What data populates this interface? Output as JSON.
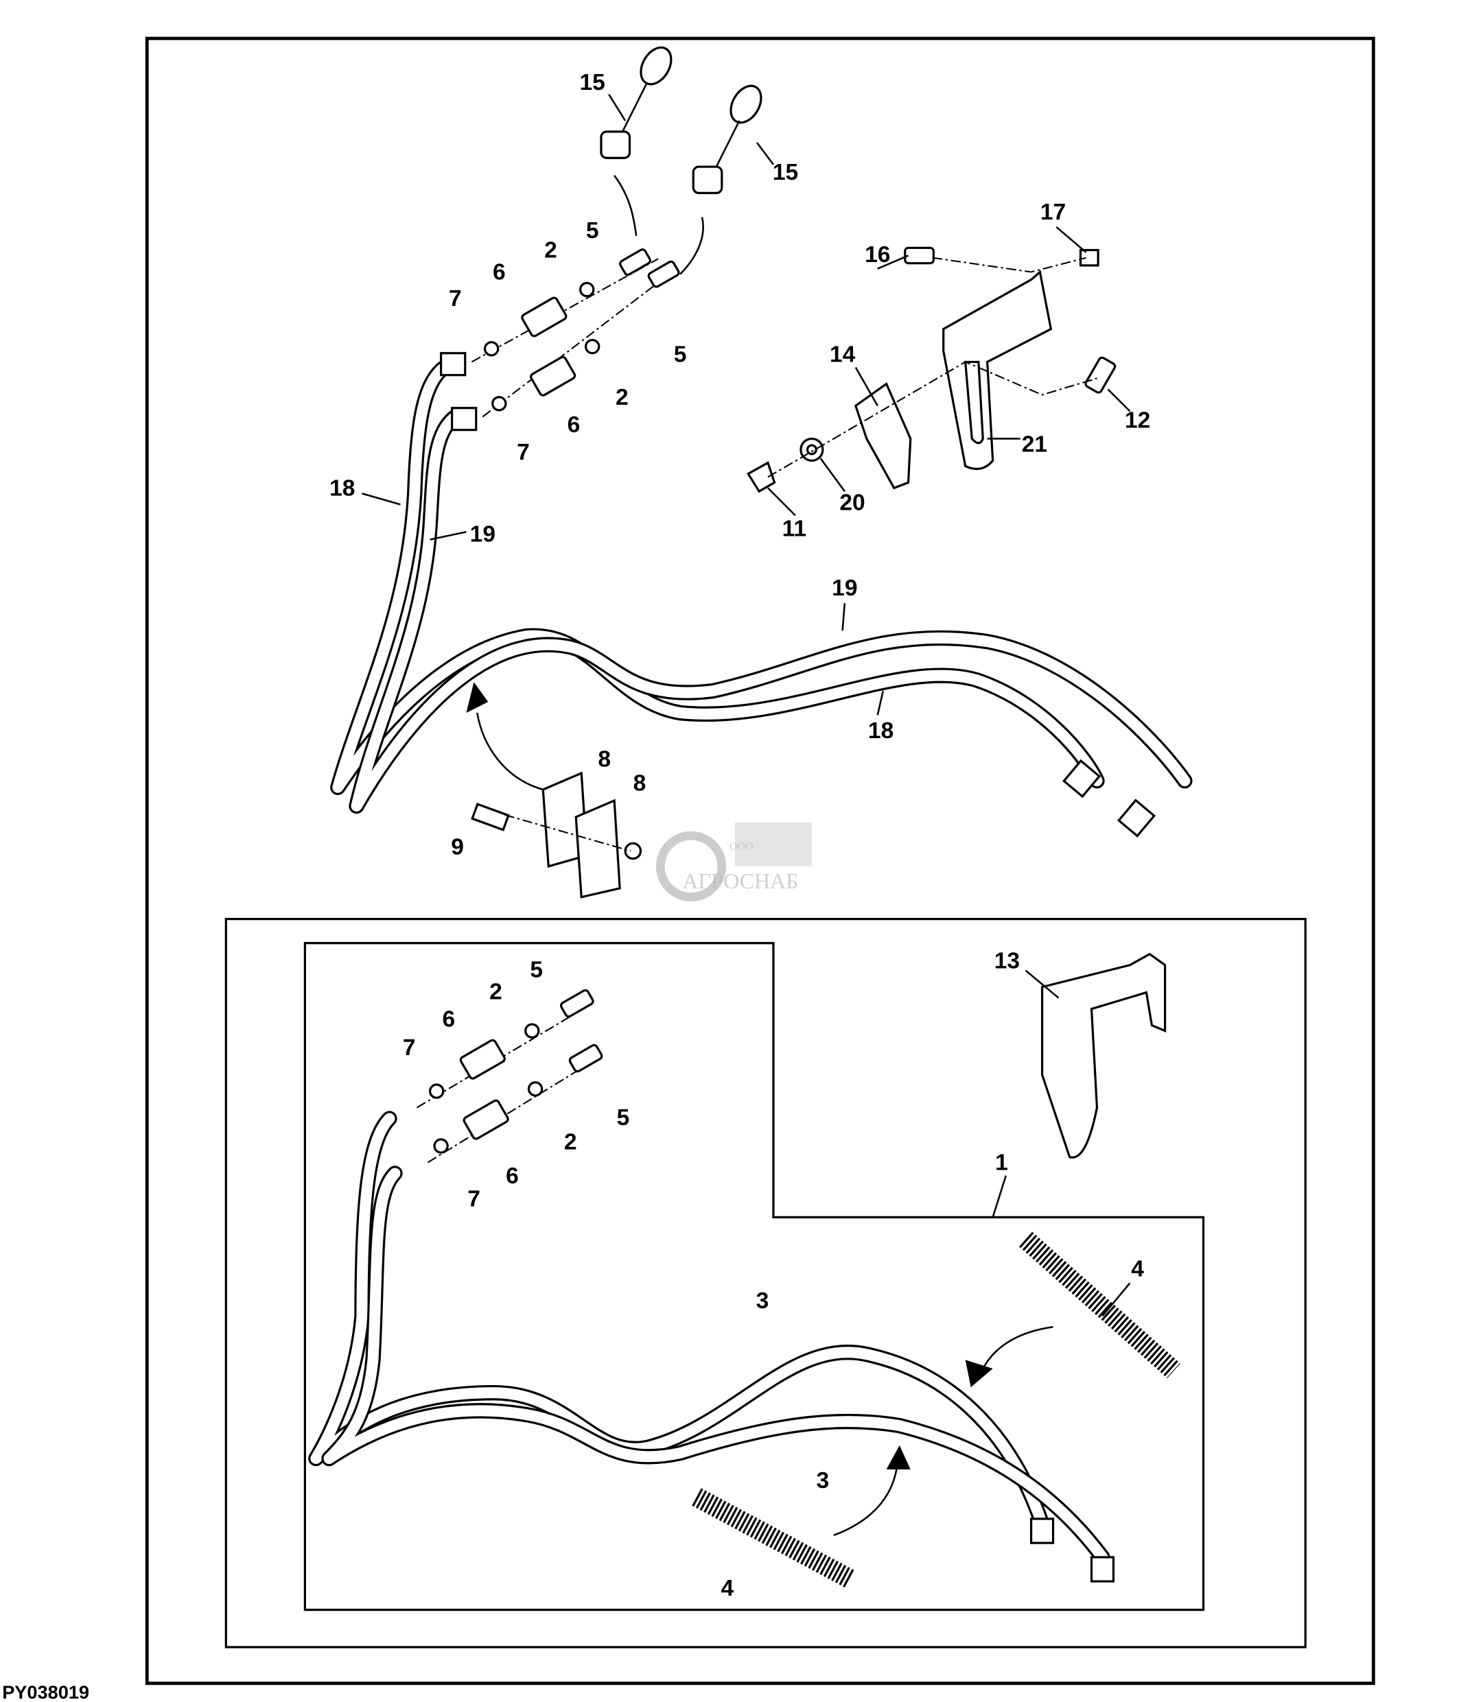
{
  "figure_code": "PY038019",
  "watermark": {
    "text": "АГРОСНАБ",
    "prefix": "ООО"
  },
  "callouts_top": [
    "15",
    "15",
    "5",
    "2",
    "6",
    "7",
    "5",
    "2",
    "6",
    "7",
    "18",
    "19",
    "16",
    "17",
    "14",
    "12",
    "21",
    "20",
    "11",
    "19",
    "18",
    "8",
    "8",
    "9"
  ],
  "callouts_bottom": [
    "5",
    "2",
    "6",
    "7",
    "5",
    "2",
    "6",
    "7",
    "13",
    "1",
    "4",
    "3",
    "3",
    "4"
  ]
}
